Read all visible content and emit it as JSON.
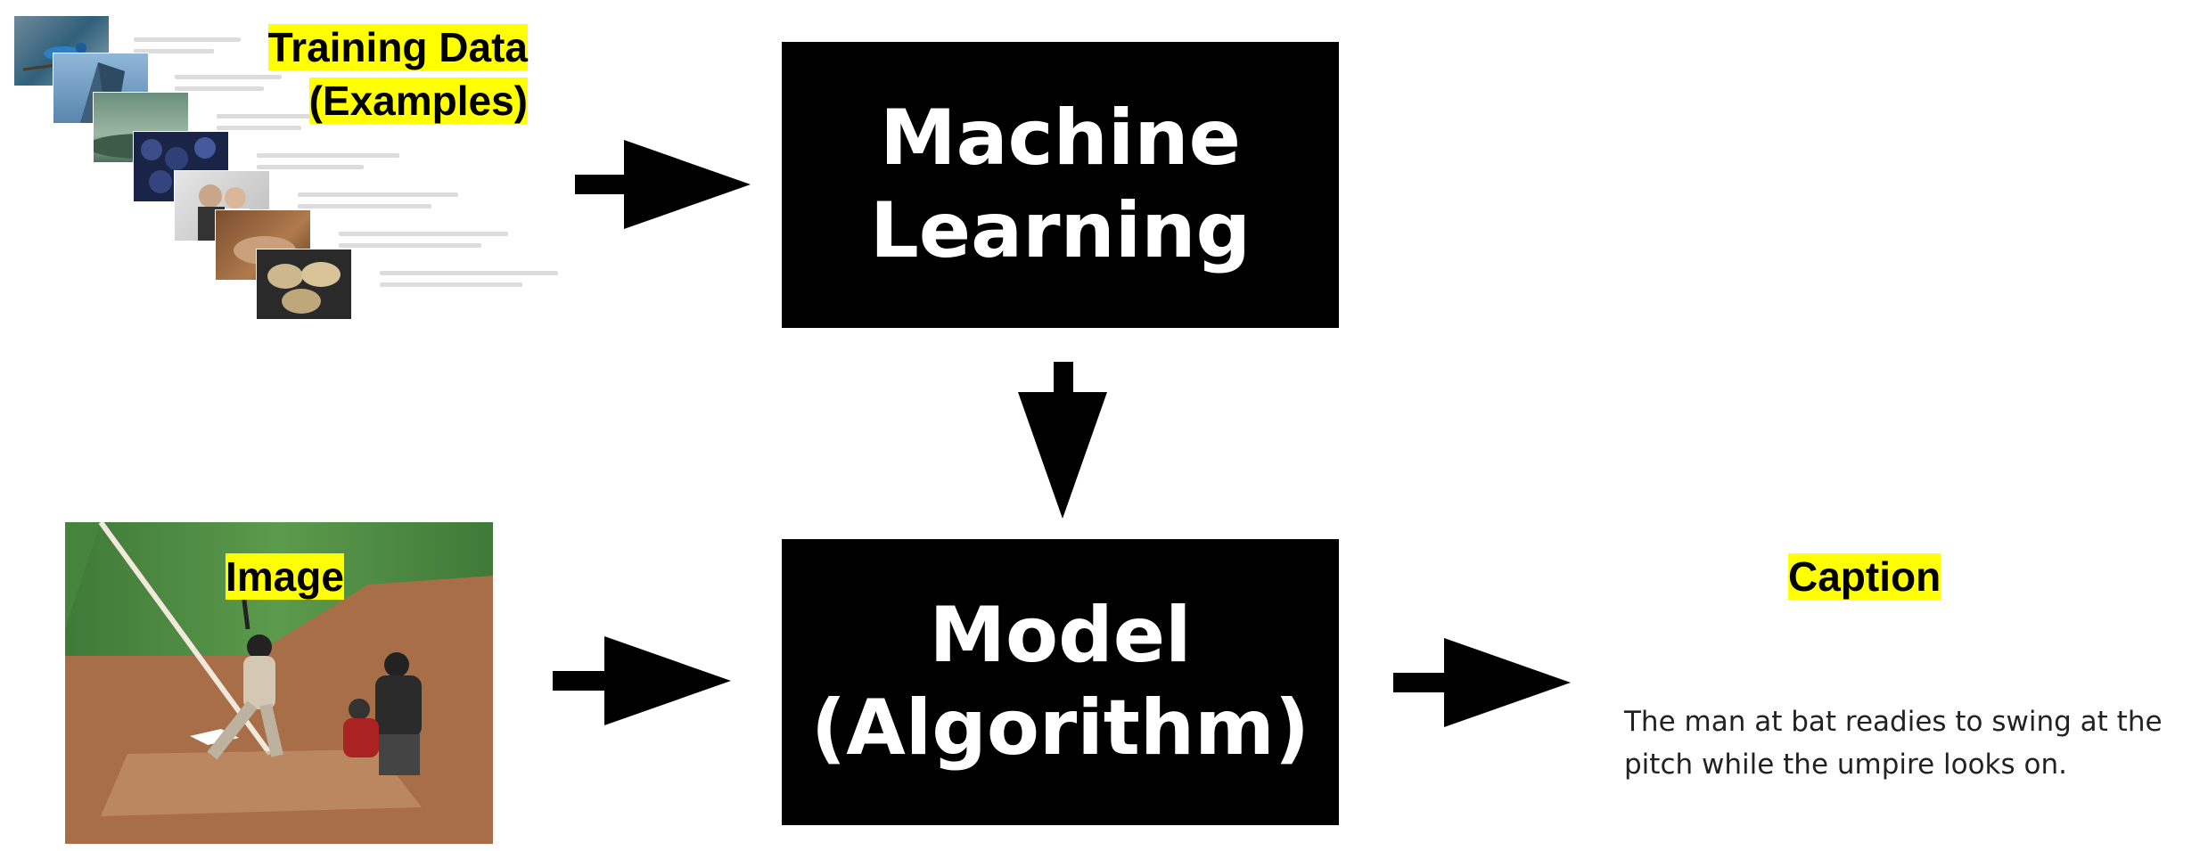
{
  "training": {
    "label_line1": "Training Data",
    "label_line2": "(Examples)"
  },
  "ml_box": {
    "line1": "Machine",
    "line2": "Learning"
  },
  "model_box": {
    "line1": "Model",
    "line2": "(Algorithm)"
  },
  "image_label": "Image",
  "caption": {
    "label": "Caption",
    "line1": "The man at bat readies to swing at the",
    "line2": "pitch while the umpire looks on."
  },
  "colors": {
    "highlight": "#ffff00",
    "box": "#000000",
    "box_text": "#ffffff"
  }
}
